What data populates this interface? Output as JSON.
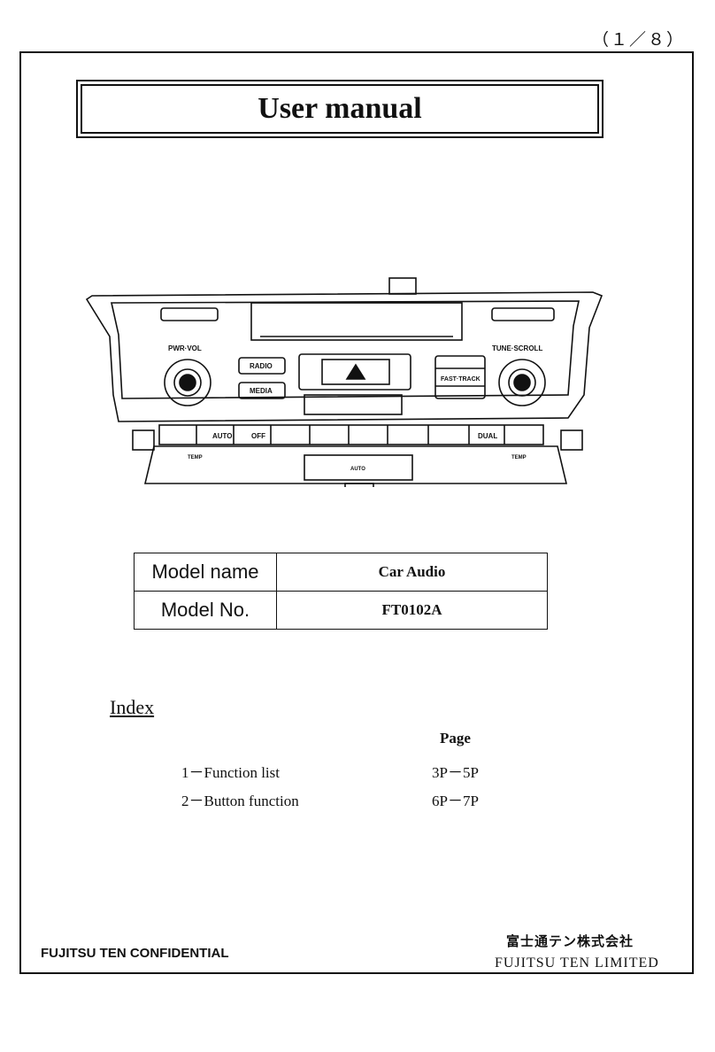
{
  "page_number": "（１／８）",
  "title": "User manual",
  "device_illustration": {
    "labels": {
      "pwr_vol": "PWR·VOL",
      "tune_scroll": "TUNE·SCROLL",
      "radio": "RADIO",
      "media": "MEDIA",
      "fast_track": "FAST·TRACK",
      "auto": "AUTO",
      "off": "OFF",
      "dual": "DUAL",
      "temp_left": "TEMP",
      "temp_right": "TEMP",
      "center_auto": "AUTO"
    }
  },
  "model_table": [
    {
      "label": "Model name",
      "value": "Car Audio"
    },
    {
      "label": "Model No.",
      "value": "FT0102A"
    }
  ],
  "index": {
    "title": "Index",
    "page_header": "Page",
    "items": [
      {
        "label": "1－Function list",
        "pages": "3P－5P"
      },
      {
        "label": "2－Button function",
        "pages": "6P－7P"
      }
    ]
  },
  "footer": {
    "confidential": "FUJITSU TEN CONFIDENTIAL",
    "company_jp": "富士通テン株式会社",
    "company_en": "FUJITSU TEN LIMITED"
  }
}
